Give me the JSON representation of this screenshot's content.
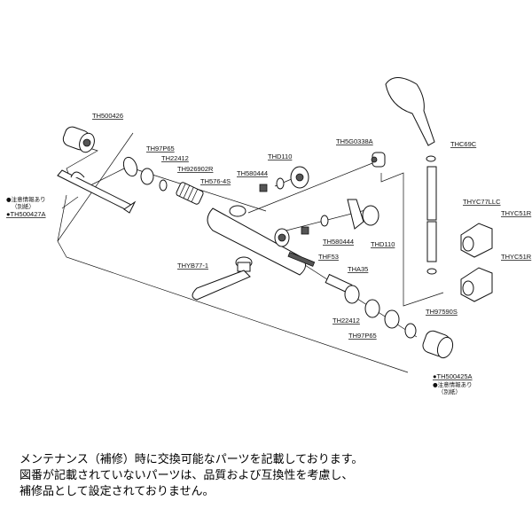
{
  "parts": {
    "handle_left_cap": "TH500426",
    "ring_left": "TH97P65",
    "nut_left": "TH22412",
    "washer_left": "TH926902R",
    "cartridge": "TH576-4S",
    "strainer_upper": "TH580444",
    "eccentric_upper": "THD110",
    "elbow": "TH5G0338A",
    "packing": "THC69C",
    "hose": "THYC77LLC",
    "holder_1": "THYC51R",
    "holder_2": "THYC51R",
    "strainer_lower": "TH580444",
    "eccentric_lower": "THD110",
    "spout": "THYB77-1",
    "spindle": "THF53",
    "adapter": "THA35",
    "nut_right": "TH22412",
    "ring_right": "TH97P65",
    "washer_right": "TH97590S",
    "handle_right": "●TH500425A",
    "bracket": "●TH500427A"
  },
  "notes": {
    "caution": "●注意情報あり",
    "separate": "（別紙）"
  },
  "footer": [
    "メンテナンス（補修）時に交換可能なパーツを記載しております。",
    "図番が記載されていないパーツは、品質および互換性を考慮し、",
    "補修品として設定されておりません。"
  ]
}
